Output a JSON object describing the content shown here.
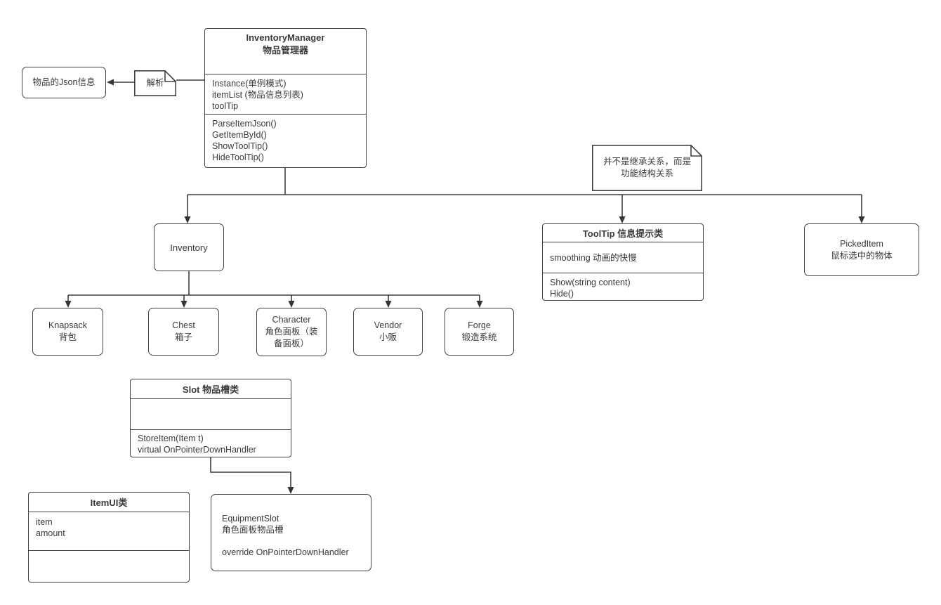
{
  "colors": {
    "stroke": "#3d3d3d",
    "text": "#3a3a3a",
    "background": "#ffffff"
  },
  "nodes": {
    "inventory_manager": {
      "title_en": "InventoryManager",
      "title_zh": "物品管理器",
      "attributes": [
        "Instance(单例模式)",
        "itemList (物品信息列表)",
        "toolTip"
      ],
      "methods": [
        "ParseItemJson()",
        "GetItemById()",
        "ShowToolTip()",
        "HideToolTip()"
      ]
    },
    "json_info": {
      "label": "物品的Json信息"
    },
    "parse_note": {
      "label": "解析"
    },
    "relation_note": {
      "line1": "并不是继承关系，而是",
      "line2": "功能结构关系"
    },
    "inventory": {
      "label": "Inventory"
    },
    "tooltip": {
      "title": "ToolTip 信息提示类",
      "attributes": [
        "smoothing 动画的快慢"
      ],
      "methods": [
        "Show(string content)",
        "Hide()"
      ]
    },
    "picked_item": {
      "name": "PickedItem",
      "desc": "鼠标选中的物体"
    },
    "knapsack": {
      "name": "Knapsack",
      "desc": "背包"
    },
    "chest": {
      "name": "Chest",
      "desc": "箱子"
    },
    "character": {
      "name": "Character",
      "desc": "角色面板（装备面板）"
    },
    "vendor": {
      "name": "Vendor",
      "desc": "小贩"
    },
    "forge": {
      "name": "Forge",
      "desc": "锻造系统"
    },
    "slot": {
      "title": "Slot 物品槽类",
      "methods": [
        "StoreItem(Item t)",
        "virtual OnPointerDownHandler"
      ]
    },
    "item_ui": {
      "title": "ItemUI类",
      "attributes": [
        "item",
        "amount"
      ]
    },
    "equipment_slot": {
      "name": "EquipmentSlot",
      "desc": "角色面板物品槽",
      "method": "override OnPointerDownHandler"
    }
  }
}
